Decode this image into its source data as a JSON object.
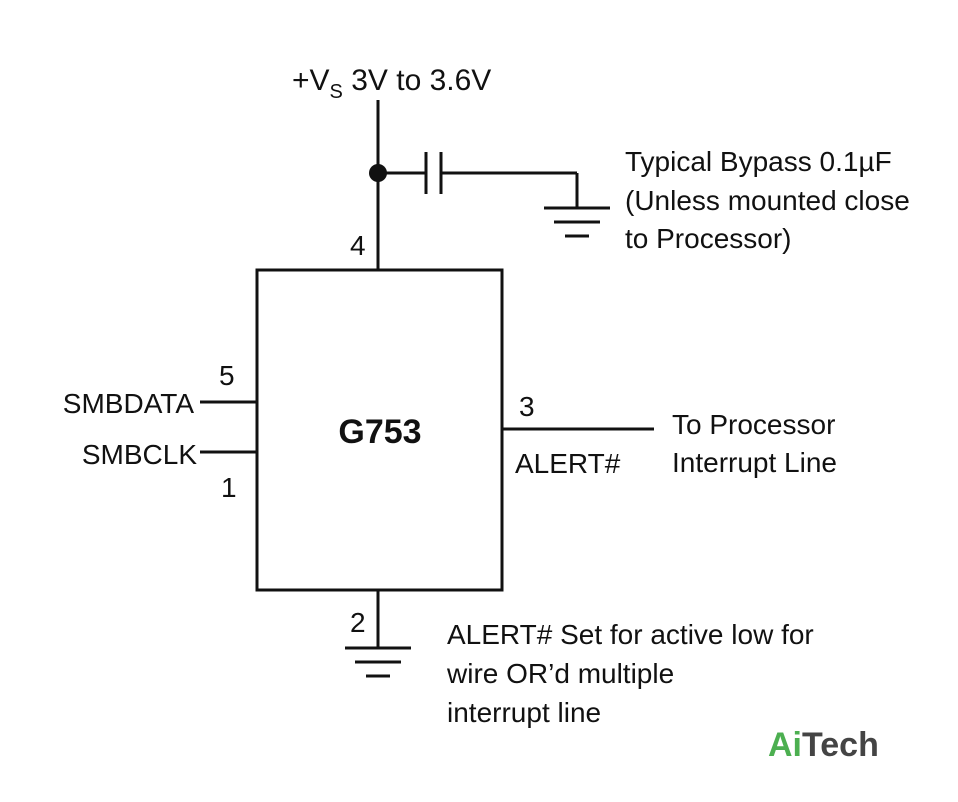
{
  "supply": {
    "prefix": "+V",
    "subscript": "S",
    "range": " 3V to 3.6V"
  },
  "bypass_note": {
    "line1": "Typical Bypass 0.1µF",
    "line2": "(Unless mounted close",
    "line3": "to Processor)"
  },
  "chip": {
    "name": "G753"
  },
  "pins": {
    "vs_pin": "4",
    "smbdata_pin": "5",
    "smbclk_pin": "1",
    "alert_pin": "3",
    "gnd_pin": "2"
  },
  "signals": {
    "smbdata": "SMBDATA",
    "smbclk": "SMBCLK",
    "alert": "ALERT#"
  },
  "alert_dest": {
    "line1": "To Processor",
    "line2": "Interrupt Line"
  },
  "alert_note": {
    "line1": "ALERT# Set for active low for",
    "line2": "wire OR’d multiple",
    "line3": "interrupt line"
  },
  "watermark": {
    "part1": "Ai",
    "part2": "Tech",
    "color1": "#4caf50",
    "color2": "#444444"
  }
}
